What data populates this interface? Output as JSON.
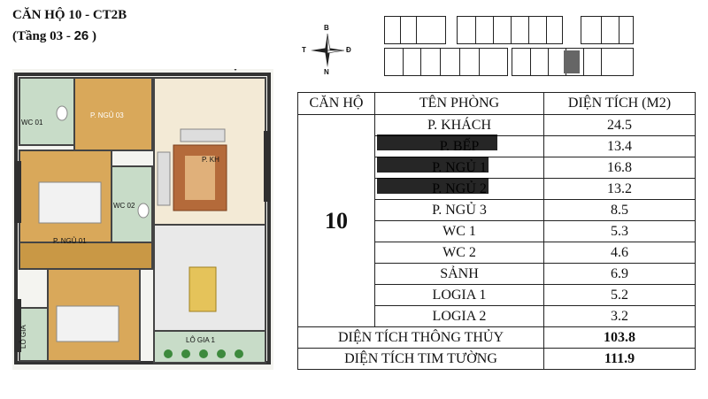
{
  "header": {
    "title": "CĂN HỘ 10 - CT2B",
    "floor_prefix": "(Tầng 03 - ",
    "floor_max": "26",
    "floor_suffix": " )"
  },
  "compass": {
    "n": "B",
    "s": "N",
    "e": "Đ",
    "w": "T"
  },
  "plan_labels": {
    "wc1": "WC 01",
    "bed3": "P. NGỦ 03",
    "wc2": "WC 02",
    "living": "P. KH",
    "bed1": "P. NGỦ 01",
    "logia1": "LÔ GIA 1",
    "logia2": "LÔ GIA"
  },
  "table": {
    "headers": [
      "CĂN HỘ",
      "TÊN PHÒNG",
      "DIỆN TÍCH (M2)"
    ],
    "apartment": "10",
    "rows": [
      {
        "room": "P. KHÁCH",
        "area": "24.5"
      },
      {
        "room": "P. BẾP",
        "area": "13.4"
      },
      {
        "room": "P. NGỦ 1",
        "area": "16.8"
      },
      {
        "room": "P. NGỦ 2",
        "area": "13.2"
      },
      {
        "room": "P. NGỦ 3",
        "area": "8.5"
      },
      {
        "room": "WC 1",
        "area": "5.3"
      },
      {
        "room": "WC 2",
        "area": "4.6"
      },
      {
        "room": "SẢNH",
        "area": "6.9"
      },
      {
        "room": "LOGIA 1",
        "area": "5.2"
      },
      {
        "room": "LOGIA 2",
        "area": "3.2"
      }
    ],
    "totals": [
      {
        "label": "DIỆN TÍCH THÔNG THỦY",
        "value": "103.8"
      },
      {
        "label": "DIỆN TÍCH TIM TƯỜNG",
        "value": "111.9"
      }
    ]
  }
}
